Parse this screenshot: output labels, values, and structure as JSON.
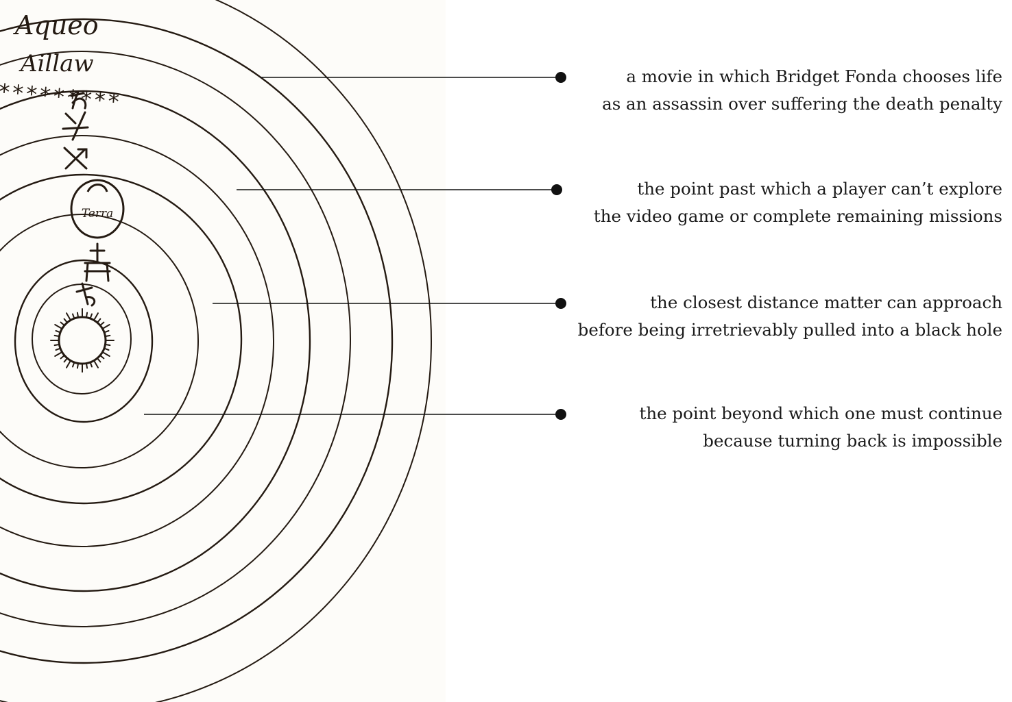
{
  "manuscript": {
    "label_top": "Aqueo",
    "label_second": "Aillaw",
    "label_earth": "Terra",
    "stars": "*********",
    "ink_color": "#241a12"
  },
  "callouts": [
    {
      "line1": "a movie in which Bridget Fonda chooses life",
      "line2": "as an assassin over suffering the death penalty"
    },
    {
      "line1": "the point past which a player can’t explore",
      "line2": "the video game or complete remaining missions"
    },
    {
      "line1": "the closest distance matter can approach",
      "line2": "before being irretrievably pulled into a black hole"
    },
    {
      "line1": "the point beyond which one must continue",
      "line2": "because turning back is impossible"
    }
  ]
}
